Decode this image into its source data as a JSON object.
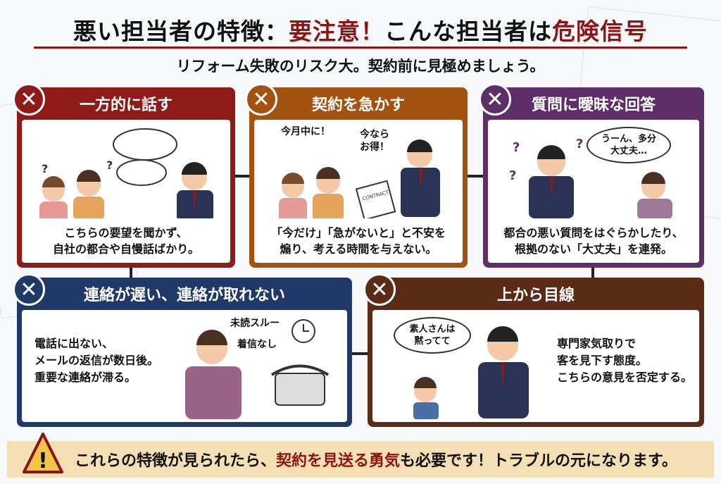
{
  "title": {
    "part1": "悪い担当者の特徴：",
    "part2": "要注意！",
    "part3": "こんな担当者は",
    "part4": "危険信号"
  },
  "subtitle": "リフォーム失敗のリスク大。契約前に見極めましょう。",
  "colors": {
    "card1": "#8e1b17",
    "card2": "#a3520f",
    "card3": "#5d2e67",
    "card4": "#1f3a68",
    "card5": "#5a2b17",
    "accent_red": "#8b1414",
    "banner": "#f5dfb4"
  },
  "cards": [
    {
      "title": "一方的に話す",
      "caption1": "こちらの要望を聞かず、",
      "caption2": "自社の都合や自慢話ばかり。"
    },
    {
      "title": "契約を急かす",
      "caption1": "「今だけ」「急がないと」と不安を",
      "caption2": "煽り、考える時間を与えない。",
      "bubble1": "今月中に！",
      "bubble2a": "今なら",
      "bubble2b": "お得！",
      "doc": "CONTRACT"
    },
    {
      "title": "質問に曖昧な回答",
      "caption1": "都合の悪い質問をはぐらかしたり、",
      "caption2": "根拠のない「大丈夫」を連発。",
      "bubble1a": "うーん、多分",
      "bubble1b": "大丈夫…"
    },
    {
      "title": "連絡が遅い、連絡が取れない",
      "text1": "電話に出ない、",
      "text2": "メールの返信が数日後。",
      "text3": "重要な連絡が滞る。",
      "label1": "未読スルー",
      "label2": "着信なし"
    },
    {
      "title": "上から目線",
      "text1": "専門家気取りで",
      "text2": "客を見下す態度。",
      "text3": "こちらの意見を否定する。",
      "bubble1a": "素人さんは",
      "bubble1b": "黙ってて"
    }
  ],
  "icons": {
    "close": "✕",
    "warning": "!",
    "question": "?"
  },
  "banner": {
    "part1": "これらの特徴が見られたら、",
    "part2": "契約を見送る勇気",
    "part3": "も必要です！トラブルの元になります。"
  }
}
